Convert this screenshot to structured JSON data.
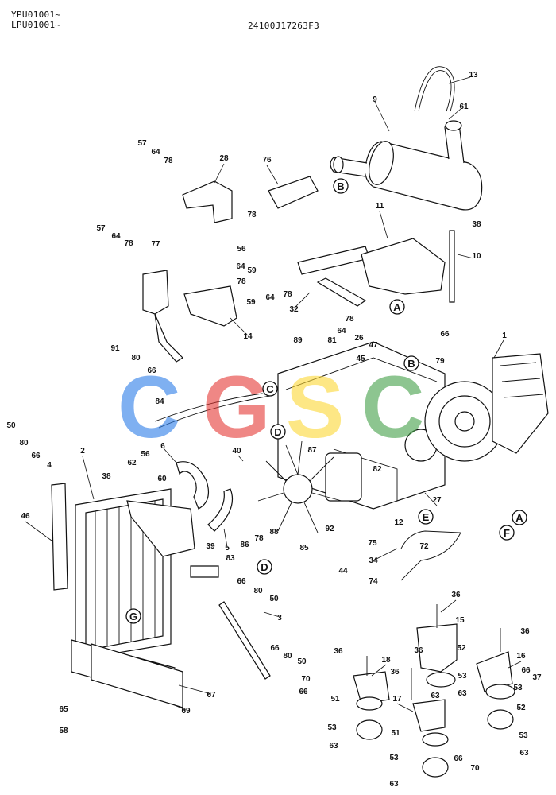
{
  "header": {
    "serial_line1": "YPU01001~",
    "serial_line2": "LPU01001~",
    "drawing_code": "24100J17263F3"
  },
  "watermark": {
    "text": "CGSC",
    "colors": [
      "#2b7de9",
      "#e53935",
      "#fdd835",
      "#43a047"
    ]
  },
  "callouts": [
    "1",
    "2",
    "3",
    "4",
    "5",
    "6",
    "9",
    "10",
    "11",
    "12",
    "13",
    "14",
    "15",
    "16",
    "17",
    "18",
    "26",
    "27",
    "28",
    "32",
    "34",
    "36",
    "37",
    "38",
    "39",
    "40",
    "44",
    "45",
    "46",
    "47",
    "50",
    "51",
    "52",
    "53",
    "56",
    "57",
    "58",
    "59",
    "60",
    "61",
    "62",
    "63",
    "64",
    "65",
    "66",
    "67",
    "69",
    "70",
    "72",
    "74",
    "75",
    "76",
    "77",
    "78",
    "79",
    "80",
    "81",
    "82",
    "83",
    "84",
    "85",
    "86",
    "87",
    "88",
    "89",
    "91",
    "92"
  ],
  "reference_letters": [
    "A",
    "B",
    "C",
    "D",
    "E",
    "F",
    "G"
  ]
}
